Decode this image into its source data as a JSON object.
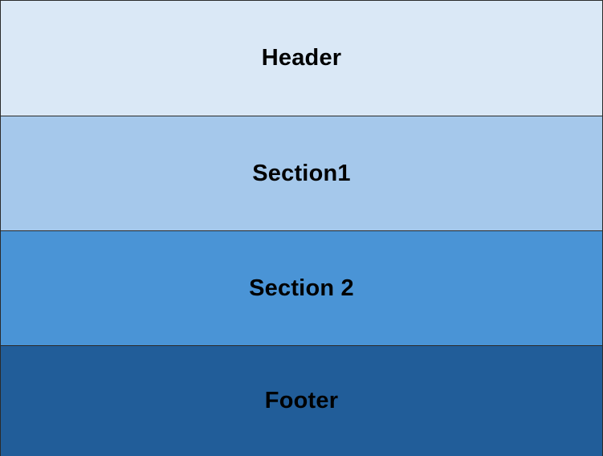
{
  "bands": [
    {
      "label": "Header",
      "color": "#DAE8F6"
    },
    {
      "label": "Section1",
      "color": "#A5C8EB"
    },
    {
      "label": "Section 2",
      "color": "#4A94D6"
    },
    {
      "label": "Footer",
      "color": "#215D99"
    }
  ]
}
